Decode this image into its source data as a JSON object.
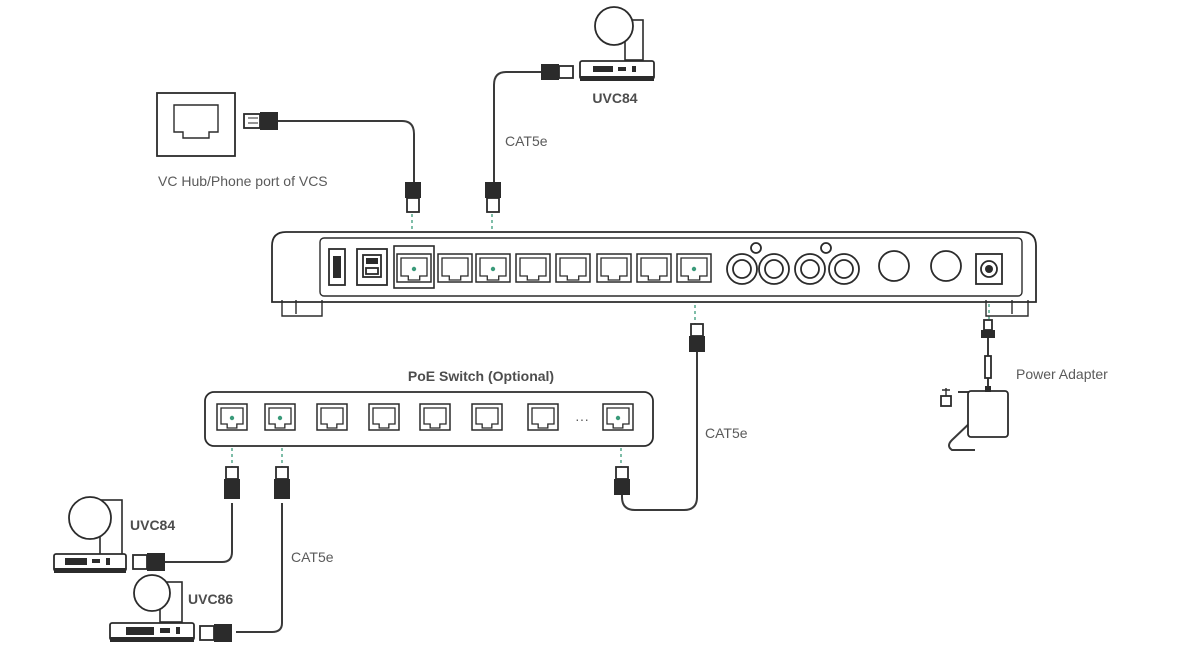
{
  "labels": {
    "wall_jack": "VC Hub/Phone port of VCS",
    "top_camera": "UVC84",
    "top_cable": "CAT5e",
    "switch": "PoE Switch (Optional)",
    "switch_link_cable": "CAT5e",
    "power": "Power Adapter",
    "left_camera_1": "UVC84",
    "left_camera_2": "UVC86",
    "left_cable": "CAT5e"
  },
  "switch_ellipsis": "···",
  "colors": {
    "accent": "#3a9a7a",
    "line": "#3a3a3a",
    "text": "#5a5a5a"
  },
  "icons": {
    "hub": "poe-hub-rear-panel",
    "switch": "poe-switch",
    "camera": "ptz-camera",
    "jack": "rj45-wall-jack",
    "plug": "rj45-plug",
    "power": "power-adapter"
  }
}
